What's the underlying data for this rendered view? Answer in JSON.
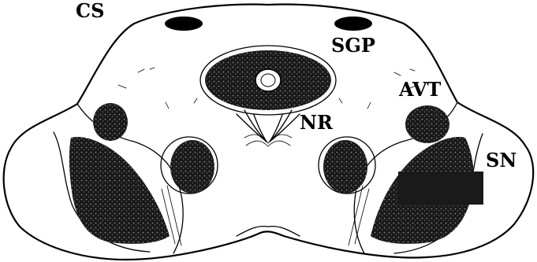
{
  "figure": {
    "labels": {
      "cs": "CS",
      "sgp": "SGP",
      "avt": "AVT",
      "nr": "NR",
      "sn": "SN"
    }
  },
  "colors": {
    "ink": "#000000",
    "background": "#ffffff",
    "stipple_dark": "#111111"
  }
}
